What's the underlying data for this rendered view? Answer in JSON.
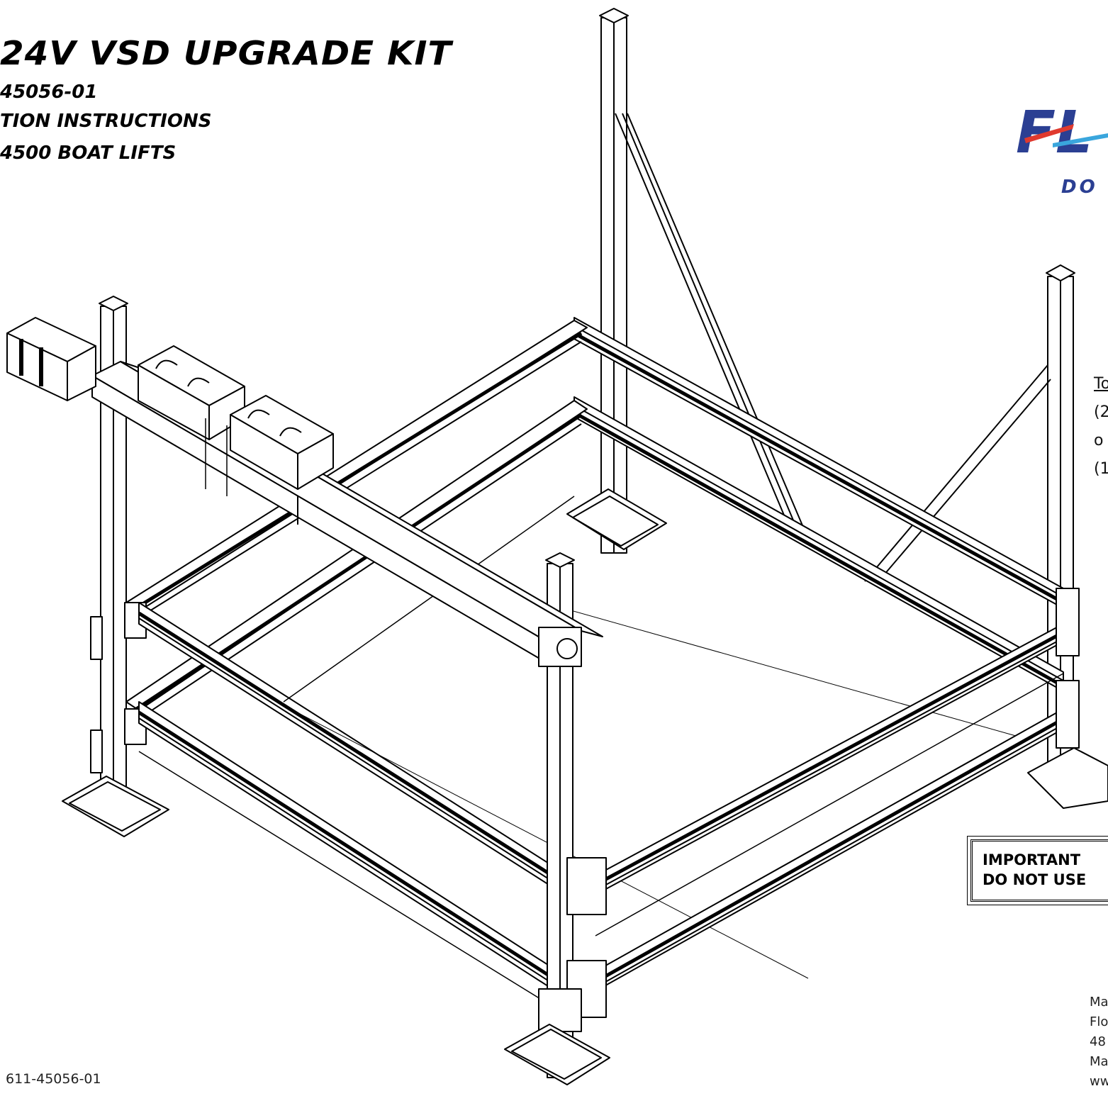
{
  "document": {
    "title": "24V VSD UPGRADE KIT",
    "subtitle_lines": [
      "45056-01",
      "TION INSTRUCTIONS",
      "4500 BOAT LIFTS"
    ],
    "logo": {
      "text": "FL",
      "subtext": "DO",
      "colors": {
        "primary_blue": "#2b3f93",
        "accent_red": "#e03a2f",
        "accent_light_blue": "#3aa6dd"
      }
    },
    "side_note_lines": [
      "To",
      "(2",
      "o",
      "(1"
    ],
    "important_box": {
      "line1": "IMPORTANT",
      "line2": "DO NOT USE"
    },
    "address_lines": [
      "Ma",
      "Flo",
      "48",
      "Ma",
      "ww"
    ],
    "footer_part_number": "611-45056-01"
  }
}
